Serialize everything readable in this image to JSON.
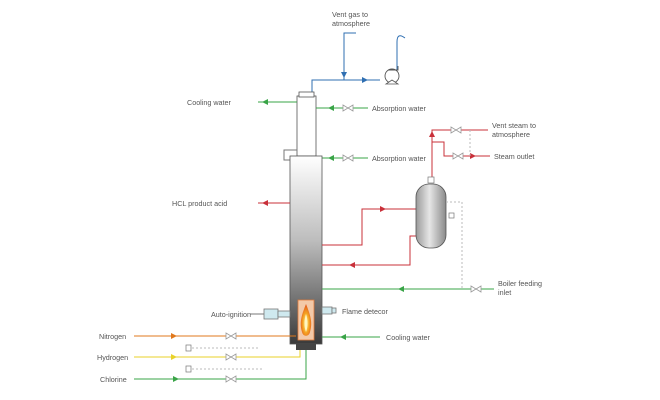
{
  "labels": {
    "vent_gas": [
      "Vent gas to",
      "atmosphere"
    ],
    "cooling_water_top": "Cooling water",
    "absorption_water_1": "Absorption water",
    "absorption_water_2": "Absorption water",
    "vent_steam": [
      "Vent steam to",
      "atmosphere"
    ],
    "steam_outlet": "Steam outlet",
    "hcl_product_acid": "HCL product acid",
    "boiler_feeding_inlet": [
      "Boiler feeding",
      "inlet"
    ],
    "auto_ignition": "Auto-ignition",
    "flame_detector": "Flame detecor",
    "cooling_water_bottom": "Cooling water",
    "nitrogen": "Nitrogen",
    "hydrogen": "Hydrogen",
    "chlorine": "Chlorine"
  },
  "colors": {
    "blue": "#2f6fb2",
    "green": "#39a447",
    "red": "#c9303a",
    "orange": "#e0781c",
    "yellow": "#e8d22a",
    "grey": "#9a9a9a",
    "dark": "#555555"
  },
  "icons": {
    "pump": "pump-icon",
    "valve": "valve-icon",
    "flame": "flame-icon",
    "drum": "steam-drum-icon"
  }
}
